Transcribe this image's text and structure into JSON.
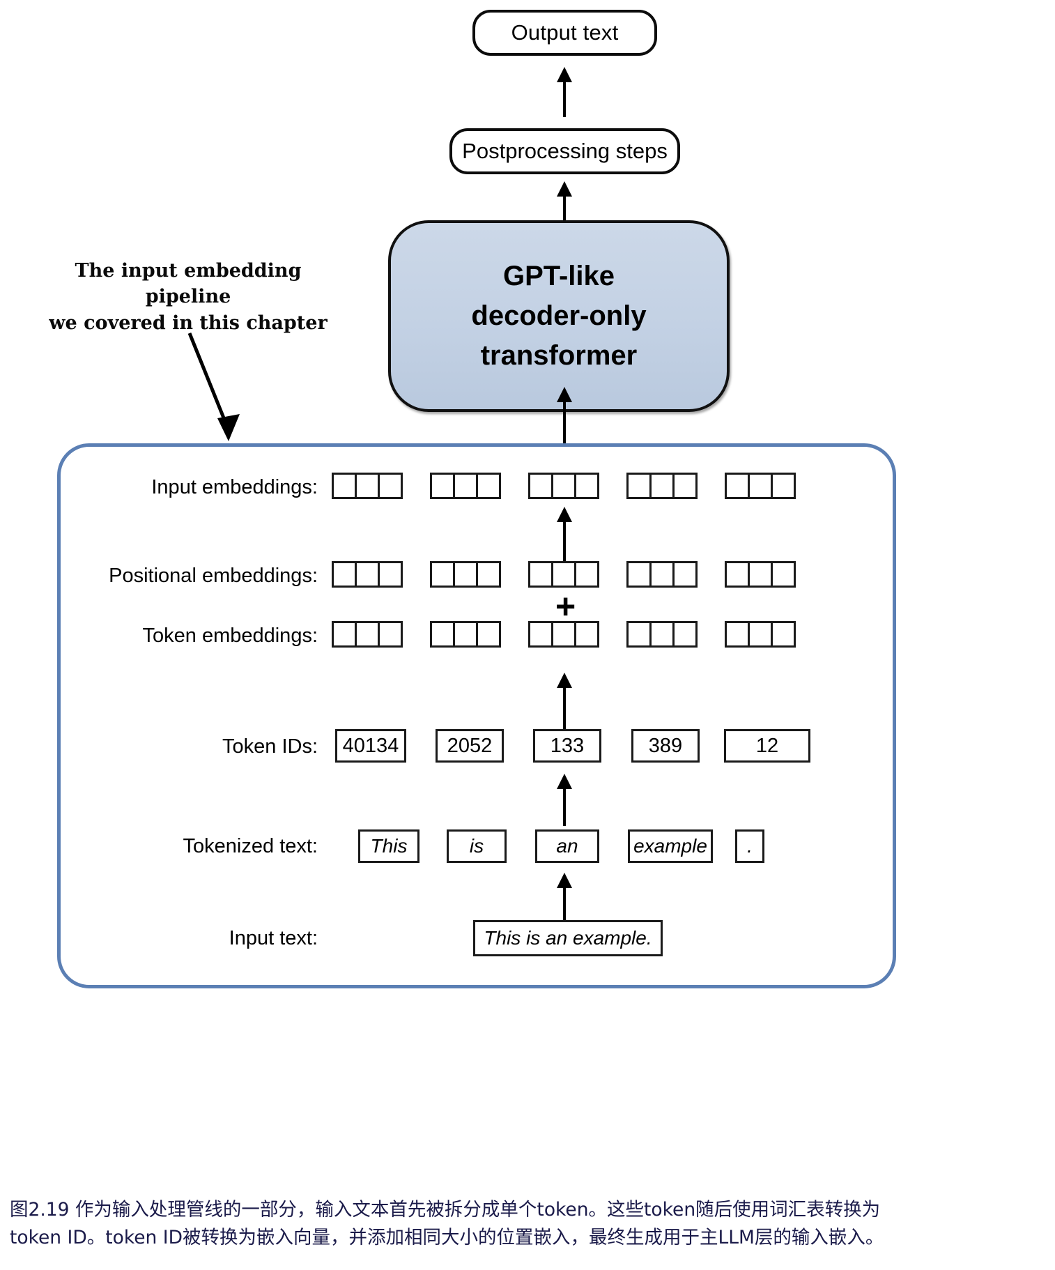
{
  "top_flow": {
    "output_text": "Output text",
    "postprocessing": "Postprocessing steps",
    "model_line1": "GPT-like",
    "model_line2": "decoder-only",
    "model_line3": "transformer"
  },
  "annotation": {
    "line1": "The input embedding pipeline",
    "line2": "we covered in this chapter"
  },
  "pipeline": {
    "rows": [
      {
        "label": "Input embeddings:",
        "kind": "embedding",
        "groups": 5,
        "cells_per_group": 3
      },
      {
        "label": "Positional embeddings:",
        "kind": "embedding",
        "groups": 5,
        "cells_per_group": 3
      },
      {
        "label": "Token embeddings:",
        "kind": "embedding",
        "groups": 5,
        "cells_per_group": 3
      },
      {
        "label": "Token IDs:",
        "kind": "values",
        "values": [
          "40134",
          "2052",
          "133",
          "389",
          "12"
        ]
      },
      {
        "label": "Tokenized text:",
        "kind": "values",
        "values": [
          "This",
          "is",
          "an",
          "example",
          "."
        ]
      },
      {
        "label": "Input text:",
        "kind": "values",
        "values": [
          "This is an example."
        ]
      }
    ],
    "plus_symbol": "+"
  },
  "caption": {
    "line1": "图2.19 作为输入处理管线的一部分，输入文本首先被拆分成单个token。这些token随后使用词汇表转换为",
    "line2": "token ID。token ID被转换为嵌入向量，并添加相同大小的位置嵌入，最终生成用于主LLM层的输入嵌入。"
  },
  "colors": {
    "model_fill": "#c6d3e4",
    "pipeline_border": "#5b7fb4",
    "caption_text": "#1b1b4a",
    "outline": "#0c0c0c"
  }
}
